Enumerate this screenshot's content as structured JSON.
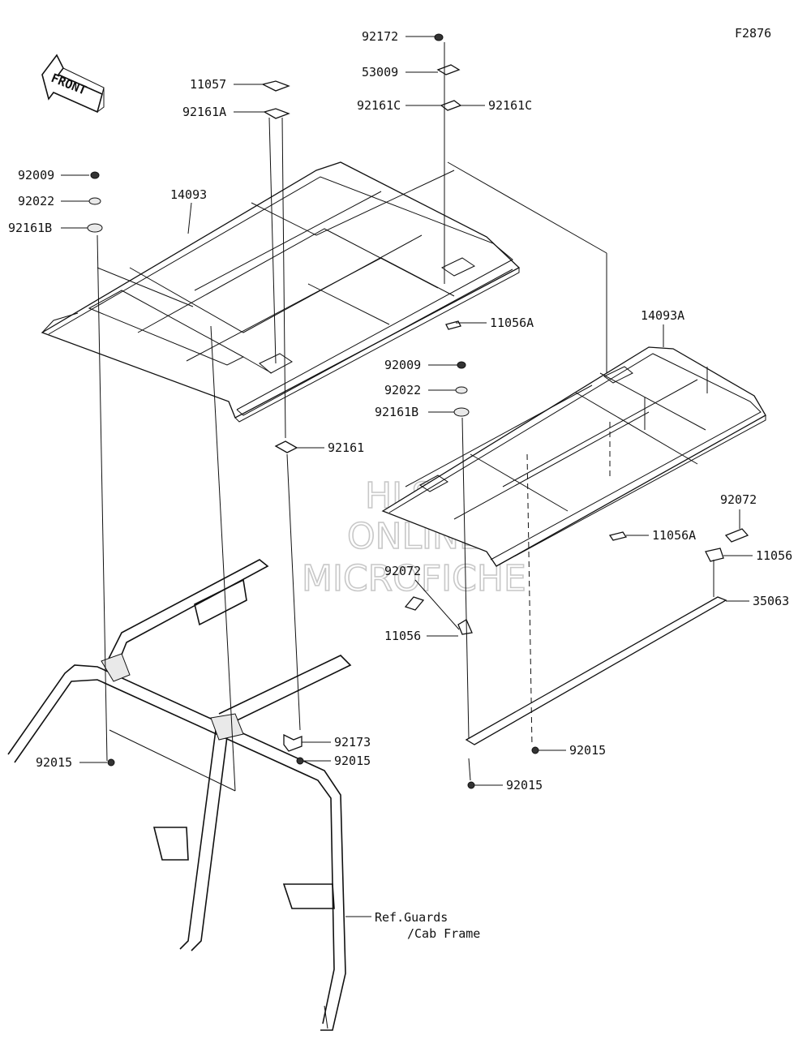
{
  "figure_id": "F2876",
  "front_label": "FRONT",
  "watermark": [
    "HLSM",
    "ONLINE",
    "MICROFICHE"
  ],
  "parts": {
    "p92172": "92172",
    "p53009": "53009",
    "p92161C_left": "92161C",
    "p92161C_right": "92161C",
    "p11057": "11057",
    "p92161A": "92161A",
    "p92009_left": "92009",
    "p92022_left": "92022",
    "p92161B_left": "92161B",
    "p14093": "14093",
    "p11056A_upper": "11056A",
    "p14093A": "14093A",
    "p92009_right": "92009",
    "p92022_right": "92022",
    "p92161B_right": "92161B",
    "p92161": "92161",
    "p92072_right": "92072",
    "p11056_right": "11056",
    "p11056A_lower": "11056A",
    "p92072_left": "92072",
    "p35063": "35063",
    "p11056_left": "11056",
    "p92173": "92173",
    "p92015_a": "92015",
    "p92015_b": "92015",
    "p92015_c": "92015",
    "p92015_d": "92015"
  },
  "reference": {
    "line1": "Ref.Guards",
    "line2": "/Cab Frame"
  }
}
